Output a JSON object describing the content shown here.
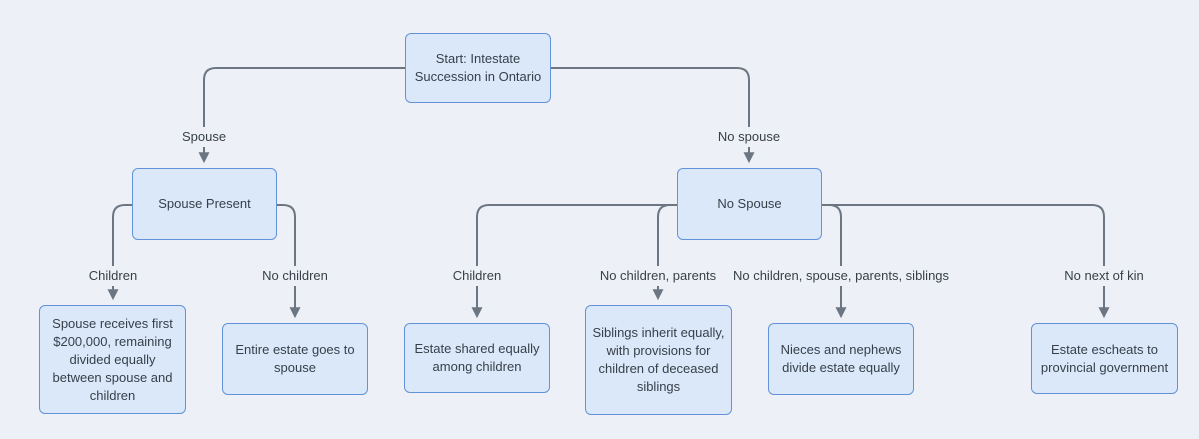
{
  "diagram": {
    "type": "flowchart",
    "direction": "top-down",
    "colors": {
      "background": "#edf1f7",
      "node_fill": "#dbe8fa",
      "node_border": "#6293d8",
      "edge_line": "#6c7683",
      "text": "#374049"
    },
    "nodes": [
      {
        "id": "start",
        "label": "Start: Intestate Succession in Ontario"
      },
      {
        "id": "spouse_present",
        "label": "Spouse Present"
      },
      {
        "id": "no_spouse",
        "label": "No Spouse"
      },
      {
        "id": "spouse_children_outcome",
        "label": "Spouse receives first $200,000, remaining divided equally between spouse and children"
      },
      {
        "id": "entire_estate_spouse",
        "label": "Entire estate goes to spouse"
      },
      {
        "id": "estate_shared_children",
        "label": "Estate shared equally among children"
      },
      {
        "id": "siblings_inherit",
        "label": "Siblings inherit equally, with provisions for children of deceased siblings"
      },
      {
        "id": "nieces_nephews",
        "label": "Nieces and nephews divide estate equally"
      },
      {
        "id": "estate_escheats",
        "label": "Estate escheats to provincial government"
      }
    ],
    "edges": [
      {
        "from": "start",
        "to": "spouse_present",
        "label": "Spouse"
      },
      {
        "from": "start",
        "to": "no_spouse",
        "label": "No spouse"
      },
      {
        "from": "spouse_present",
        "to": "spouse_children_outcome",
        "label": "Children"
      },
      {
        "from": "spouse_present",
        "to": "entire_estate_spouse",
        "label": "No children"
      },
      {
        "from": "no_spouse",
        "to": "estate_shared_children",
        "label": "Children"
      },
      {
        "from": "no_spouse",
        "to": "siblings_inherit",
        "label": "No children, parents"
      },
      {
        "from": "no_spouse",
        "to": "nieces_nephews",
        "label": "No children, spouse, parents, siblings"
      },
      {
        "from": "no_spouse",
        "to": "estate_escheats",
        "label": "No next of kin"
      }
    ]
  }
}
